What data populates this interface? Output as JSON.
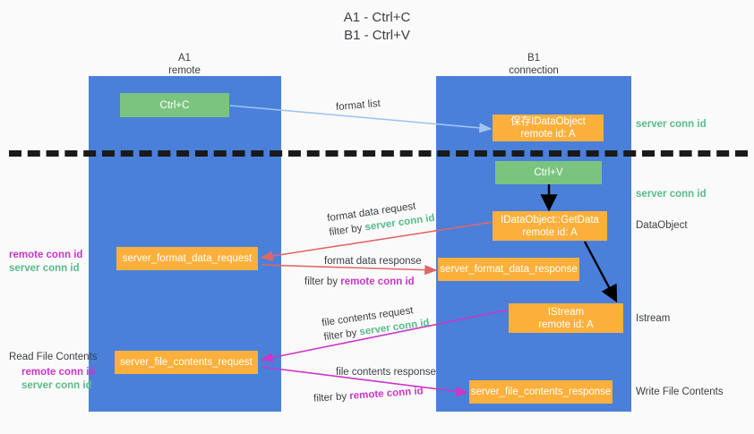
{
  "title": {
    "line1": "A1 - Ctrl+C",
    "line2": "B1 - Ctrl+V"
  },
  "colors": {
    "lane": "#4a80da",
    "node_green": "#7bc47f",
    "node_orange": "#fbb03b",
    "server_conn_id": "#57bb8a",
    "remote_conn_id": "#c837c8",
    "arrow_format_list": "#9fc5f0",
    "arrow_format_data": "#e06666",
    "arrow_file_contents": "#c837c8",
    "arrow_internal": "#000000",
    "divider": "#1a1a1a"
  },
  "columns": [
    {
      "name": "A1",
      "sub": "remote"
    },
    {
      "name": "B1",
      "sub": "connection"
    }
  ],
  "nodes": {
    "ctrl_c": {
      "line1": "Ctrl+C"
    },
    "ctrl_v": {
      "line1": "Ctrl+V"
    },
    "save_idataobject": {
      "line1": "保存IDataObject",
      "line2": "remote id: A"
    },
    "getdata": {
      "line1": "IDataObject::GetData",
      "line2": "remote id: A"
    },
    "istream": {
      "line1": "IStream",
      "line2": "remote id: A"
    },
    "server_format_data_request": {
      "line1": "server_format_data_request"
    },
    "server_format_data_response": {
      "line1": "server_format_data_response"
    },
    "server_file_contents_request": {
      "line1": "server_file_contents_request"
    },
    "server_file_contents_response": {
      "line1": "server_file_contents_response"
    }
  },
  "edges": [
    {
      "id": "format-list",
      "label_line1": "format list",
      "label_filter_prefix": "",
      "label_filter_value": ""
    },
    {
      "id": "format-data-request",
      "label_line1": "format data request",
      "label_filter_prefix": "filter by ",
      "label_filter_value": "server conn id"
    },
    {
      "id": "format-data-response",
      "label_line1": "format data response",
      "label_filter_prefix": "filter by ",
      "label_filter_value": "remote conn id"
    },
    {
      "id": "file-contents-request",
      "label_line1": "file contents request",
      "label_filter_prefix": "filter by ",
      "label_filter_value": "server conn id"
    },
    {
      "id": "file-contents-response",
      "label_line1": "file contents response",
      "label_filter_prefix": "filter by ",
      "label_filter_value": "remote conn id"
    }
  ],
  "annotations": {
    "right_server_conn_id_top": "server conn id",
    "right_server_conn_id_mid": "server conn id",
    "right_dataobject": "DataObject",
    "right_istream": "Istream",
    "right_write_file_contents": "Write File Contents",
    "left_read_file_contents": "Read File Contents",
    "left_remote_conn_id_1": "remote conn id",
    "left_server_conn_id_1": "server conn id",
    "left_remote_conn_id_2": "remote conn id",
    "left_server_conn_id_2": "server conn id"
  }
}
